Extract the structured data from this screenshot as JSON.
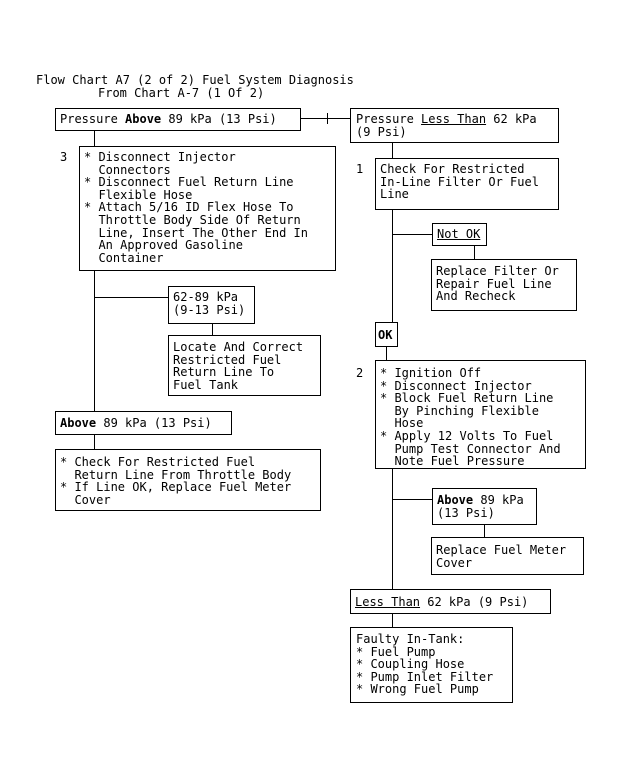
{
  "title": {
    "line1": "Flow Chart A7 (2 of 2) Fuel System Diagnosis",
    "line2": "From Chart A-7 (1 Of 2)"
  },
  "left": {
    "top_box": {
      "prefix": "Pressure ",
      "bold": "Above",
      "suffix": " 89 kPa (13 Psi)"
    },
    "step3": {
      "number": "3",
      "text": "* Disconnect Injector\n  Connectors\n* Disconnect Fuel Return Line\n  Flexible Hose\n* Attach 5/16 ID Flex Hose To\n  Throttle Body Side Of Return\n  Line, Insert The Other End In\n  An Approved Gasoline\n  Container"
    },
    "range_box": "62-89 kPa\n(9-13 Psi)",
    "locate_box": "Locate And Correct\nRestricted Fuel\nReturn Line To\nFuel Tank",
    "above_box": {
      "bold": "Above",
      "suffix": " 89 kPa (13 Psi)"
    },
    "final_box": "* Check For Restricted Fuel\n  Return Line From Throttle Body\n* If Line OK, Replace Fuel Meter\n  Cover"
  },
  "right": {
    "top_box": {
      "prefix": "Pressure ",
      "underline": "Less Than",
      "suffix": " 62 kPa\n(9 Psi)"
    },
    "step1": {
      "number": "1",
      "text": "Check For Restricted\nIn-Line Filter Or Fuel\nLine"
    },
    "not_ok": "Not OK",
    "replace_filter": "Replace Filter Or\nRepair Fuel Line\nAnd Recheck",
    "ok": "OK",
    "step2": {
      "number": "2",
      "text": "* Ignition Off\n* Disconnect Injector\n* Block Fuel Return Line\n  By Pinching Flexible\n  Hose\n* Apply 12 Volts To Fuel\n  Pump Test Connector And\n  Note Fuel Pressure"
    },
    "above_box": {
      "bold": "Above",
      "suffix": " 89 kPa\n(13 Psi)"
    },
    "replace_meter": "Replace Fuel Meter\nCover",
    "less_box": {
      "underline": "Less Than",
      "suffix": " 62 kPa (9 Psi)"
    },
    "faulty_box": "Faulty In-Tank:\n* Fuel Pump\n* Coupling Hose\n* Pump Inlet Filter\n* Wrong Fuel Pump"
  }
}
